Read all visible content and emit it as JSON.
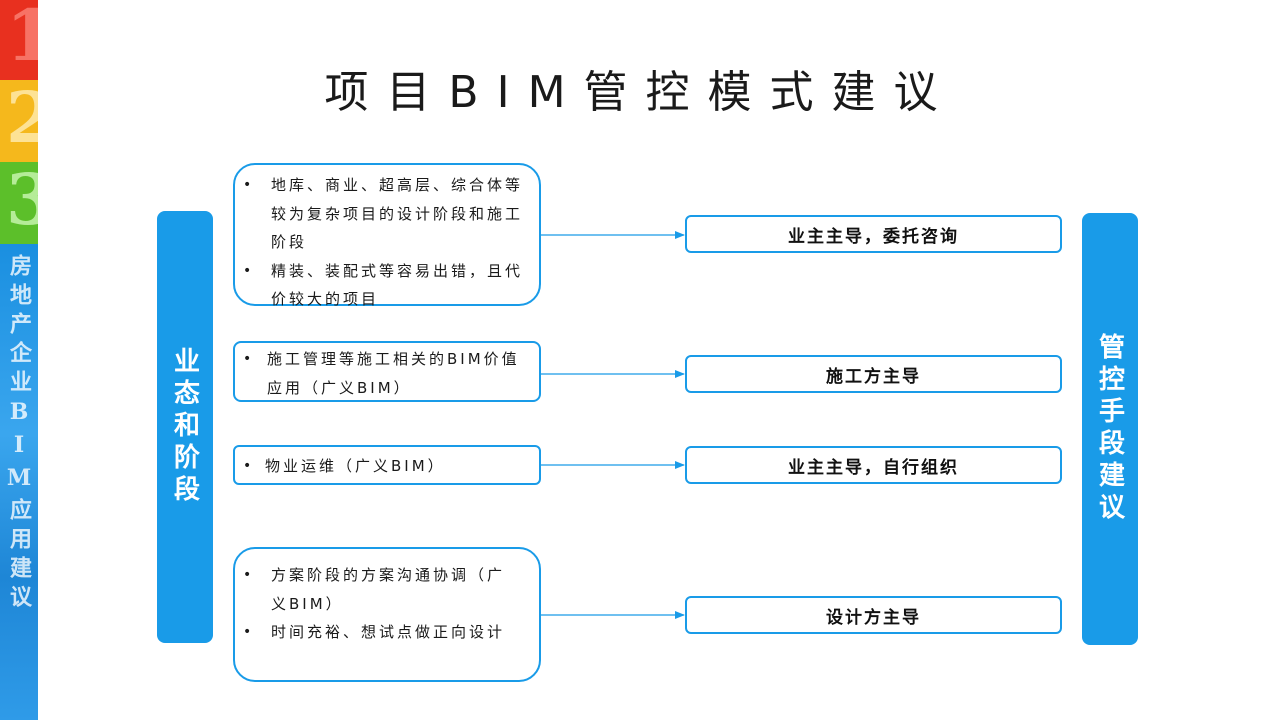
{
  "side_stripe": {
    "numbers": [
      "1",
      "2",
      "3"
    ],
    "vertical_title": "房地产企业BIM应用建议",
    "colors": [
      "#e8301f",
      "#f5b81c",
      "#5cbf2a",
      "#1a8fe0"
    ]
  },
  "page_title": "项目BIM管控模式建议",
  "left_label": "业态和阶段",
  "right_label": "管控手段建议",
  "accent_color": "#199be8",
  "rows": [
    {
      "stage_items": [
        "地库、商业、超高层、综合体等较为复杂项目的设计阶段和施工阶段",
        "精装、装配式等容易出错，且代价较大的项目"
      ],
      "mode": "业主主导，委托咨询"
    },
    {
      "stage_items": [
        "施工管理等施工相关的BIM价值应用（广义BIM）"
      ],
      "mode": "施工方主导"
    },
    {
      "stage_items": [
        "物业运维（广义BIM）"
      ],
      "mode": "业主主导，自行组织"
    },
    {
      "stage_items": [
        "方案阶段的方案沟通协调（广义BIM）",
        "时间充裕、想试点做正向设计"
      ],
      "mode": "设计方主导"
    }
  ]
}
